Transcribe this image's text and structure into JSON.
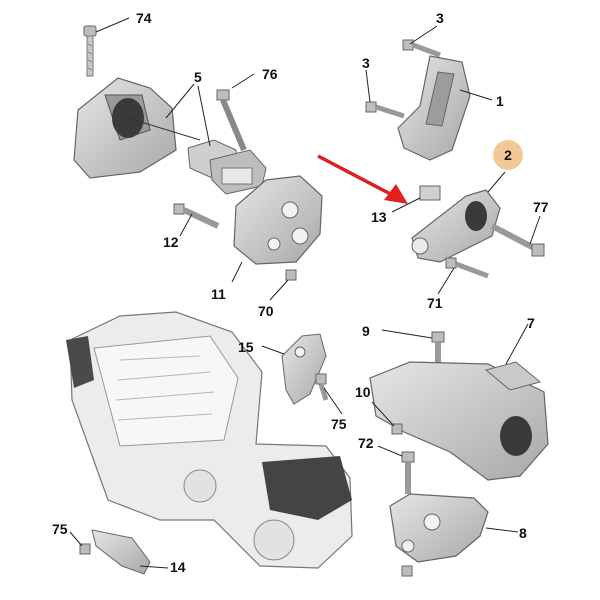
{
  "callouts": {
    "c74": "74",
    "c5": "5",
    "c76": "76",
    "c3a": "3",
    "c3b": "3",
    "c1": "1",
    "c2": "2",
    "c13": "13",
    "c12": "12",
    "c11": "11",
    "c70": "70",
    "c77": "77",
    "c71": "71",
    "c15": "15",
    "c9": "9",
    "c7": "7",
    "c10": "10",
    "c75a": "75",
    "c72": "72",
    "c8": "8",
    "c75b": "75",
    "c14": "14"
  },
  "colors": {
    "part_fill": "#d2d2d2",
    "part_dark": "#707070",
    "engine_fill": "#ececec",
    "rubber": "#3a3a3a",
    "leader": "#222222",
    "pointer_arrow": "#e02020",
    "highlight_badge": "#f2c894"
  },
  "icons": {
    "pointer": "red-arrow-icon"
  }
}
